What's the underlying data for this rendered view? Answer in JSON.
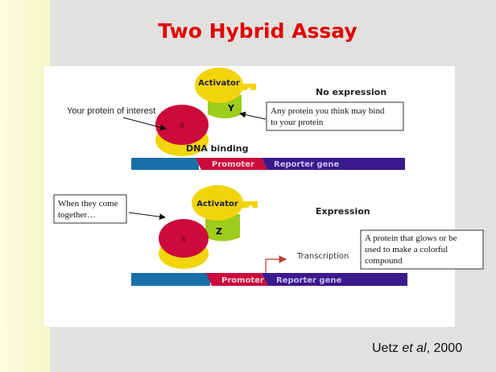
{
  "title": "Two Hybrid Assay",
  "citation": {
    "author": "Uetz",
    "etal": "et al",
    "year": ", 2000"
  },
  "top": {
    "activator": "Activator",
    "bait_letter": "X",
    "prey_letter": "Y",
    "dna_binding": "DNA binding",
    "status": "No expression",
    "protein_label": "Your protein  of interest",
    "prey_box": [
      "Any protein you think may bind",
      "to your protein"
    ],
    "promoter": "Promoter",
    "reporter": "Reporter gene"
  },
  "bottom": {
    "activator": "Activator",
    "bait_letter": "X",
    "prey_letter": "Z",
    "status": "Expression",
    "together_box": [
      "When they come",
      "together…"
    ],
    "transcription": "Transcription",
    "reporter_box": [
      "A protein that glows or be",
      "used to make a  colorful",
      "compound"
    ],
    "promoter": "Promoter",
    "reporter": "Reporter gene"
  },
  "colors": {
    "title": "#e00000",
    "activator": "#f2d40a",
    "prey": "#9ccc1c",
    "bait": "#cc0a3c",
    "dna_blue": "#1a6fa8",
    "promoter": "#cc0a3c",
    "reporter": "#3a1a8c"
  }
}
